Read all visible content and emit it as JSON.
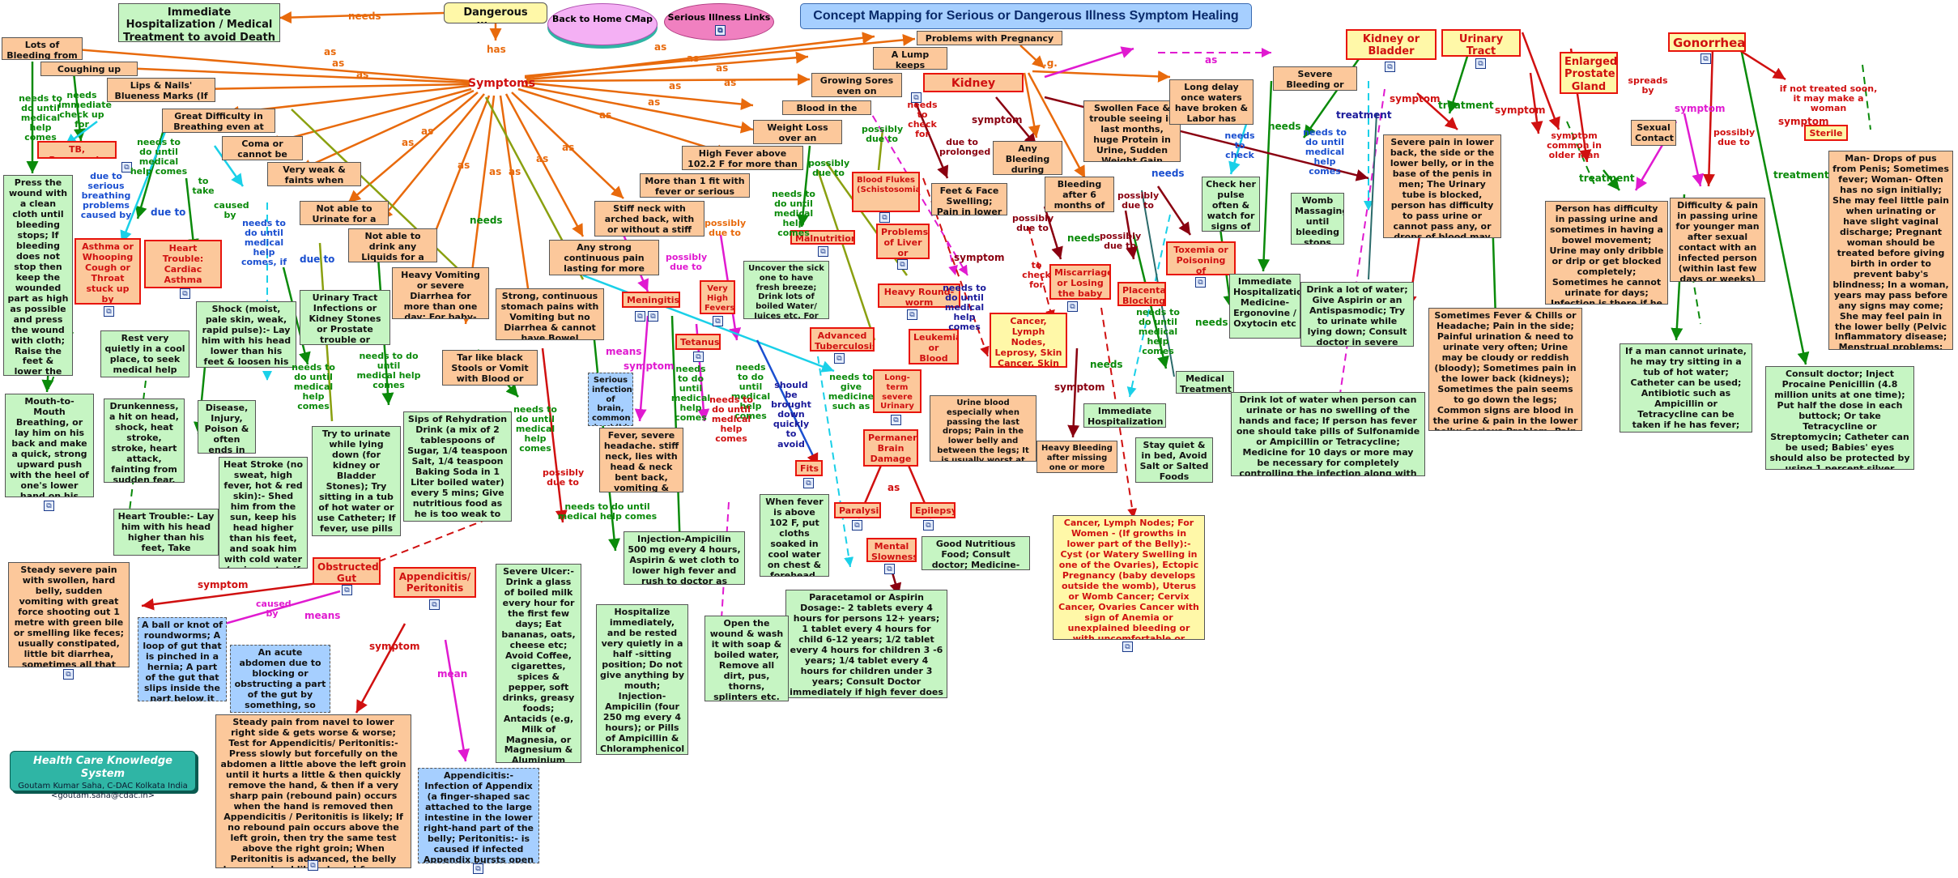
{
  "title": "Concept Mapping for Serious or Dangerous Illness Symptom Healing",
  "header": {
    "dangerous_illness": "Dangerous Illness",
    "home_btn": "Back to Home CMap",
    "links_btn": "Serious Illness Links",
    "has": "has",
    "needs": "needs",
    "symptoms": "Symptoms",
    "immediate": "Immediate Hospitalization / Medical Treatment to avoid Death Threat"
  },
  "credit": {
    "title": "Health Care Knowledge System",
    "author": "Goutam Kumar Saha, C-DAC Kolkata India",
    "email": "<goutam.saha@cdac.in>"
  },
  "nodes": {
    "lots_bleeding": "Lots of Bleeding from a Wound",
    "coughing": "Coughing up Blood",
    "lips": "Lips & Nails' Blueness Marks (If new)",
    "great_difficulty": "Great Difficulty in Breathing even at rest",
    "tb": "TB, Pneumonia",
    "press_wound": "Press the wound with a clean cloth until bleeding stops; If bleeding does not stop then keep the wounded part as high as possible and press the wound with cloth; Raise the feet & lower the head to prevent shock",
    "asthma": "Asthma or Whooping Cough or Throat stuck up by something",
    "heart_trouble": "Heart Trouble: Cardiac Asthma Angina Pectoris Heart Attack",
    "mouth_to_mouth": "Mouth-to-Mouth Breathing, or lay him on his back and make a quick, strong upward push with the heel of one's lower hand on his belly between navel and ribs",
    "rest_quietly": "Rest very quietly in a cool place, to seek medical help immediately",
    "drunkenness": "Drunkenness, a hit on head, shock, heat stroke, stroke, heart attack, fainting from sudden fear, weakness, etc",
    "heart_trouble_lay": "Heart Trouble:- Lay him with his head higher than his feet, Take complete rest",
    "coma": "Coma or cannot be wakened",
    "very_weak": "Very weak & faints when stands up",
    "shock": "Shock (moist, pale skin, weak, rapid pulse):- Lay him with his head lower than his feet & loosen his clothing",
    "disease_injury": "Disease, Injury, Poison & often ends in death",
    "heat_stroke": "Heat Stroke (no sweat, high fever, hot & red skin):- Shed him from the sun, keep his head higher than his feet, and soak him with cold water (or ice water if possible)",
    "not_urinate": "Not able to Urinate for a day or more",
    "not_drink": "Not able to drink any Liquids for a day or more",
    "uti_kidney": "Urinary Tract Infections or Kidney Stones or Prostate trouble or Gonorrhea",
    "try_urinate": "Try to urinate while lying down (for kidney or Bladder Stones); Try sitting in a tub of hot water or use Catheter; If fever, use pills of Sulfonamide or Tetracycline or Ampicillin",
    "heavy_vomiting": "Heavy Vomiting or severe Diarrhea for more than one day; For baby- more than a few hours",
    "sips_rehydration": "Sips of Rehydration Drink (a mix of 2 tablespoons of Sugar, 1/4 teaspoon Salt, 1/4 teaspoon Baking Soda in 1 Liter boiled water) every 5 mins; Give nutritious food as he is too weak to drink",
    "tar_stools": "Tar like black Stools or Vomit with Blood or Feces",
    "strong_pains": "Strong, continuous stomach pains with Vomiting but no Diarrhea & cannot have Bowel movement",
    "any_strong_pain": "Any strong continuous pain lasting for more than 3 days",
    "stiff_neck": "Stiff neck with arched back, with or without a stiff Jaw",
    "meningitis": "Meningitis",
    "serious_infection": "Serious infection of brain, common in child",
    "fever_severe": "Fever, severe headache. stiff neck, lies with head & neck bent back, vomiting & sleepy",
    "tetanus": "Tetanus",
    "very_high_fevers": "Very High Fevers",
    "more_than_fit": "More than 1 fit with fever or serious illness",
    "high_fever": "High Fever above 102.2 F for more than 4-5 days",
    "weight_loss": "Weight Loss over an extended time",
    "blood_urine": "Blood in the Urine",
    "growing_sores": "Growing Sores even on treatment",
    "lump": "A Lump keeps getting bigger",
    "pregnancy_problems": "Problems with Pregnancy & Childbirth",
    "kidney_damage": "Kidney Damage",
    "blood_flukes": "Blood Flukes (Schistosomiasis/Bilharzia)",
    "malnutrition": "Malnutrition",
    "problems_liver": "Problems of Liver or Spleen",
    "heavy_roundworm": "Heavy Round-worm Infection",
    "advanced_tb": "Advanced Tuberculosis",
    "leukemia": "Leukemia or Blood Cancer",
    "long_term_uti": "Long-term severe Urinary Infection",
    "uncover_sick": "Uncover the sick one to have fresh breeze; Drink lots of boiled Water/ Juices etc. For babies rush to doctor",
    "urine_blood": "Urine blood especially when passing the last drops; Pain in the lower belly and between the legs; It is usually worst at the end of Urinating; Low fever & Itching",
    "cancer_lymph": "Cancer, Lymph Nodes, Leprosy, Skin Cancer, Skin TB, Erysipelas etc",
    "feet_face": "Feet & Face Swelling; Pain in lower back",
    "any_bleeding_preg": "Any Bleeding during Pregnancy",
    "bleeding_after": "Bleeding after 6 months of pregnancy",
    "miscarriage": "Miscarriage or Losing the baby",
    "placenta": "Placenta Blocking",
    "swollen_face": "Swollen Face & trouble seeing in last months, huge Protein in Urine, Sudden Weight Gain",
    "toxemia": "Toxemia or Poisoning of Pregnancy",
    "long_delay": "Long delay once waters have broken & Labor has begun",
    "severe_bleeding": "Severe Bleeding or Hemorrhaging",
    "check_pulse": "Check her pulse often & watch for signs of shock",
    "womb_massaging": "Womb Massaging until bleeding stops",
    "immediate_hosp_med": "Immediate Hospitalization, Medicine-Ergonovine / Oxytocin etc",
    "immediate_hosp": "Immediate Hospitalization",
    "medical_treatment": "Medical Treatment",
    "stay_quiet": "Stay quiet & in bed, Avoid Salt or Salted Foods",
    "heavy_bleeding_missing": "Heavy Bleeding after missing one or more periods",
    "cancer_lymph_women": "Cancer, Lymph Nodes; For Women - (If growths in lower part of the Belly):- Cyst (or Watery Swelling in one of the Ovaries), Ectopic Pregnancy (baby develops outside the womb), Uterus or Womb Cancer; Cervix Cancer, Ovaries Cancer with sign of Anemia or unexplained bleeding or with uncomfortable or painful lump in the belly",
    "permanent_brain": "Permanent Brain Damage",
    "fits": "Fits",
    "paralysis": "Paralysis",
    "epilepsy": "Epilepsy",
    "mental_slowness": "Mental Slowness",
    "good_nutritious": "Good Nutritious Food; Consult doctor; Medicine- Niridazole",
    "when_fever": "When fever is above 102 F, put cloths soaked in cool water on chest & forehead, plenty of cool water to drink",
    "paracetamol": "Paracetamol or Aspirin Dosage:- 2 tablets every 4 hours for persons 12+ years; 1 tablet every 4 hours for child 6-12 years; 1/2 tablet every 4 hours for children 3 -6 years; 1/4 tablet every 4 hours for children under 3 years; Consult Doctor immediately if high fever does not go down",
    "injection_ampicilin": "Injection-Ampicilin 500 mg every 4 hours, Aspirin & wet cloth to lower high fever and rush to doctor as every minute counts",
    "open_wound": "Open the wound & wash it with soap & boiled water, Remove all dirt, pus, thorns, splinters etc. Inject Tetanus Antitoxin; Give nutritious liquids in frequent, small sips",
    "hospitalize": "Hospitalize immediately, and be rested very quietly in a half -sitting position; Do not give anything by mouth; Injection- Ampicilin (four 250 mg every 4 hours); or Pills of Ampicillin & Chloramphenicol with little water; Often surgery is needed",
    "severe_ulcer": "Severe Ulcer:- Drink a glass of boiled milk every hour for the first few days; Eat bananas, oats, cheese etc; Avoid Coffee, cigarettes, spices & pepper, soft drinks, greasy foods; Antacids (e.g, Milk of Magnesia, or Magnesium & Aluminium Hydroxide also help fight stomach acid & cure ulcers",
    "obstructed_gut": "Obstructed Gut",
    "appendicitis": "Appendicitis/ Peritonitis",
    "steady_severe_pain": "Steady severe pain with swollen, hard belly, sudden vomiting with great force shooting out 1 metre with green bile or smelling like feces; usually constipated, little bit diarrhea, sometimes all that comes out is some bloody mucus",
    "ball_knot": "A ball or knot of roundworms; A loop of gut that is pinched in a hernia; A part of the gut that slips inside the part below it",
    "acute_abdomen": "An acute abdomen due to blocking or obstructing a part of the gut by something, so that food & stools cannot pass",
    "steady_pain_navel": "Steady pain from navel to lower right side & gets worse & worse; Test for Appendicitis/ Peritonitis:- Press slowly but forcefully on the abdomen a little above the left groin until it hurts a little & then quickly remove the hand, & then if a very sharp pain (rebound pain) occurs when the hand is removed then Appendicitis / Peritonitis is likely; If no rebound pain occurs above the left groin, then try the same test above the right groin; When Peritonitis is advanced, the belly becomes hard like a board & even a light touch on belly causes great pain",
    "appendicitis_def": "Appendicitis:- Infection of Appendix (a finger-shaped sac attached to the large intestine in the lower right-hand part of the belly; Peritonitis:- is caused if infected Appendix bursts open",
    "kidney_bladder": "Kidney or Bladder Stones",
    "uti": "Urinary Tract Infections",
    "enlarged_prostate": "Enlarged Prostate Gland",
    "gonorrhea": "Gonorrhea",
    "severe_pain_lower_back": "Severe pain in lower back, the side or the lower belly, or in the base of the penis in men; The Urinary tube is blocked, person has difficulty to pass urine or cannot pass any, or drops of blood may come out when the person begins to urinate; There may be a urinary infection at the same time",
    "drink_lot_water": "Drink a lot of water; Give Aspirin or an Antispasmodic; Try to urinate while lying down; Consult doctor in severe cases",
    "sometimes_fever": "Sometimes Fever & Chills or Headache; Pain in the side; Painful urination & need to urinate very often; Urine may be cloudy or reddish (bloody); Sometimes pain in the lower back (kidneys); Sometimes the pain seems to go down the legs; Common signs are blood in the urine & pain in the lower belly; Serious Problem- Pain in the mid or lower back, often spreading around the sides below the ribs, with fever",
    "drink_lot_women": "Drink lot of water when person can urinate or has no swelling of the hands and face; If person has fever one should take pills of Sulfonamide or Ampicillin or Tetracycline; Medicine for 10 days or more may be necessary for completely controlling the infection along with lot of water; Consult Doctor",
    "sexual_contact": "Sexual Contact",
    "person_difficulty": "Person has difficulty in passing urine and sometimes in having a bowel movement; Urine may only dribble or drip or get blocked completely; Sometimes he cannot urinate for days; Infection is there if he has a fever",
    "difficulty_pain": "Difficulty & pain in passing urine for younger man after sexual contact with an infected person (within last few days or weeks)",
    "if_man_cannot": "If a man cannot urinate, he may try sitting in a tub of hot water; Catheter can be used; Antibiotic such as Ampicillin or Tetracycline can be taken if he has fever; Consult Doctor; For serious or chronic cases, Surgery may be needed",
    "sterile": "Sterile",
    "man_drops_pus": "Man- Drops of pus from Penis; Sometimes fever; Woman- Often has no sign initially; She may feel little pain when urinating or have slight vaginal discharge; Pregnant woman should be treated before giving birth in order to prevent baby's blindness; In a woman, years may pass before any signs may come; She may feel pain in the lower belly (Pelvic Inflammatory disease; Menstrual problems; She may become Sterile etc.",
    "consult_doctor_gon": "Consult doctor; Inject Procaine Penicillin (4.8 million units at one time); Put half the dose in each buttock; Or take Tetracycline or Streptomycin; Catheter can be used; Babies' eyes should also be protected by using 1 percent silver nitrate drops at birth"
  },
  "labels": {
    "as": "as",
    "needs": "needs",
    "symptom": "symptom",
    "treatment": "treatment",
    "possibly_due_to": "possibly due to",
    "due_to": "due to",
    "caused_by": "caused by",
    "means": "means",
    "mean": "mean",
    "eg": "e.g.",
    "to_check_for": "to check for",
    "needs_to_check_for": "needs to check for",
    "due_to_prolonged": "due to prolonged",
    "needs_to_check": "needs to check",
    "spreads_by": "spreads by",
    "sym_older_man": "symptom common in older man",
    "if_not_treated": "if not treated soon, it may make a woman",
    "needs_to_do_until": "needs to do until medical help comes",
    "needs_to_do_until_if": "needs to do until medical help comes, if",
    "needs_to_give_med": "needs to give medicine such as",
    "needs_immediate_checkup": "needs immediate check up for",
    "due_to_serious_breathing": "due to serious breathing problems caused by",
    "to_take": "to take",
    "should_be_brought": "should be brought down quickly to avoid",
    "needs_to_do_until_med_comes": "needs to do until medical help comes"
  },
  "colors": {
    "orange": "#e86a0c",
    "red": "#d01010",
    "green": "#0a8a0a",
    "magenta": "#e01ad0",
    "cyan": "#1ad0e8",
    "darkred": "#8a0010",
    "olive": "#8aa010"
  }
}
